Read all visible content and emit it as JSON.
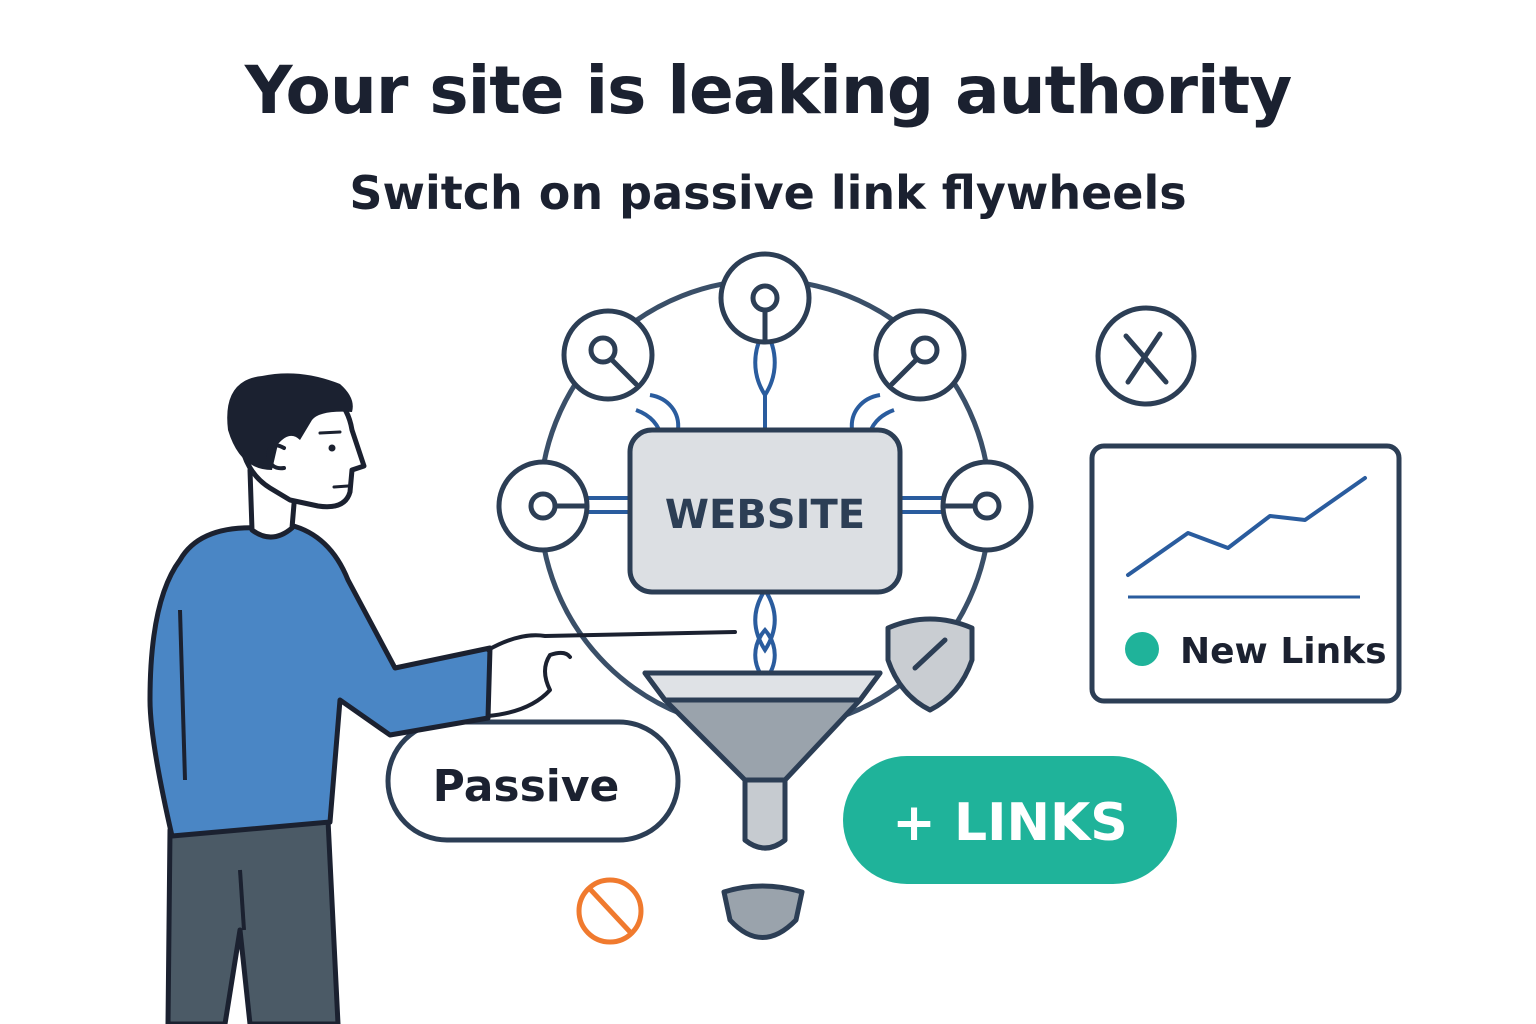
{
  "header": {
    "title": "Your site is leaking authority",
    "subtitle": "Switch on passive link flywheels"
  },
  "diagram": {
    "hub_label": "WEBSITE",
    "passive_label": "Passive",
    "links_label": "+ LINKS",
    "legend_label": "New Links"
  },
  "colors": {
    "ink": "#2c3e55",
    "link_blue": "#2a5c9e",
    "teal": "#1fb39a",
    "shirt_blue": "#4a86c5",
    "pants_gray": "#4b5a66",
    "funnel_gray": "#9aa3ac",
    "box_gray": "#dcdfe3",
    "warning_orange": "#f07a2e"
  },
  "icons": [
    "search-icon",
    "link-node-icon",
    "close-icon",
    "shield-icon",
    "funnel-icon",
    "no-entry-icon",
    "line-chart-icon"
  ]
}
